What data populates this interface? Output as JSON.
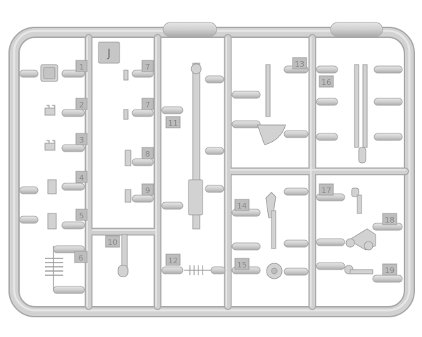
{
  "sprue": {
    "letter": "J",
    "part_numbers": [
      "1",
      "2",
      "3",
      "4",
      "5",
      "6",
      "7",
      "8",
      "9",
      "10",
      "11",
      "12",
      "13",
      "14",
      "15",
      "16",
      "17",
      "18",
      "19"
    ],
    "colors": {
      "background": "#ffffff",
      "plastic": "#cfcfcf",
      "plastic_shadow": "#a9a9a9",
      "plastic_highlight": "#e4e4e4",
      "tag": "#b9b9b9",
      "tag_text": "#8a8a8a"
    }
  }
}
